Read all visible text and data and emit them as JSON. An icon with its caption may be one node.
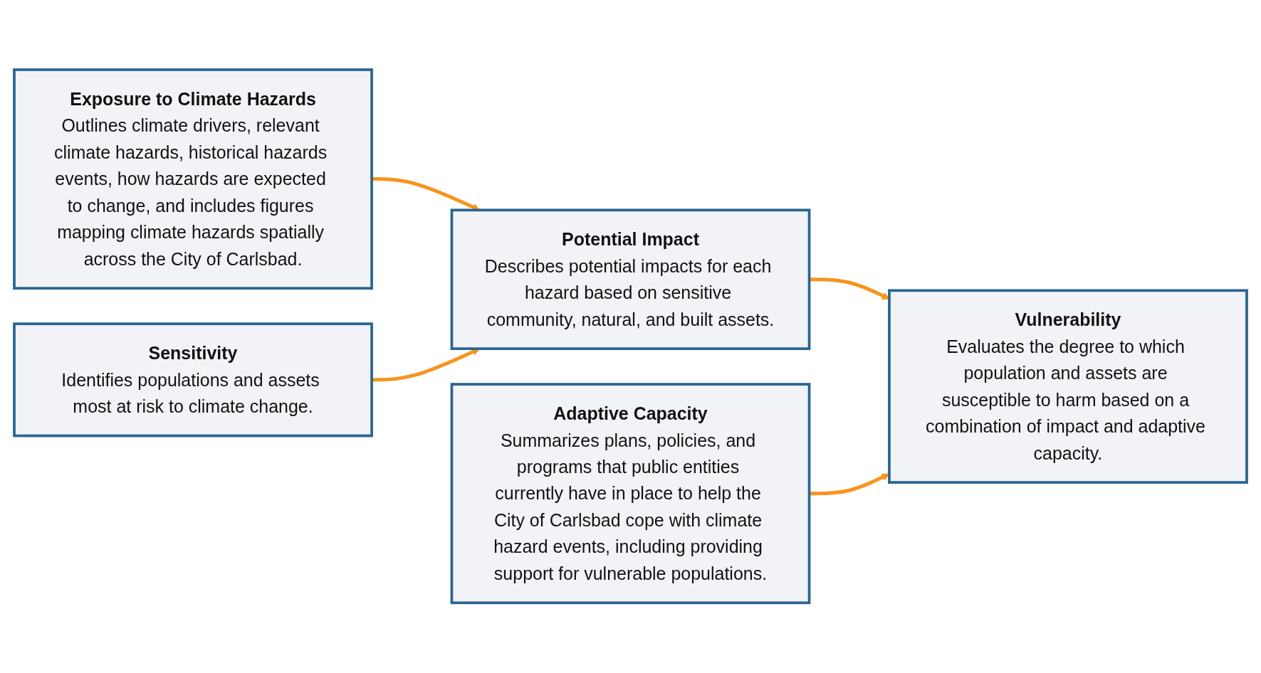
{
  "diagram": {
    "nodes": [
      {
        "text": [
          "Exposure to Climate Hazards",
          "Outlines climate drivers, relevant climate hazards, historical hazards events, how hazards are expected to change, and includes figures mapping climate hazards spatially across the City of Carlsbad."
        ]
      },
      {
        "text": [
          "Sensitivity",
          "Identifies populations and assets most at risk to climate change."
        ]
      },
      {
        "text": [
          "Potential Impact",
          "Describes potential impacts for each hazard based on sensitive community, natural, and built assets."
        ]
      },
      {
        "text": [
          "Adaptive Capacity",
          "Summarizes plans, policies, and programs that public entities currently have in place to help the City of Carlsbad cope with climate hazard events, including providing support for vulnerable populations."
        ]
      },
      {
        "text": [
          "Vulnerability",
          "Evaluates the degree to which population and assets are susceptible to harm based on a combination of impact and adaptive capacity."
        ]
      }
    ],
    "edges": [
      {
        "from": 0,
        "to": 2,
        "arrow": "to"
      },
      {
        "from": 1,
        "to": 2,
        "arrow": "to"
      },
      {
        "from": 2,
        "to": 4,
        "arrow": "to"
      },
      {
        "from": 3,
        "to": 4,
        "arrow": "to"
      }
    ]
  }
}
